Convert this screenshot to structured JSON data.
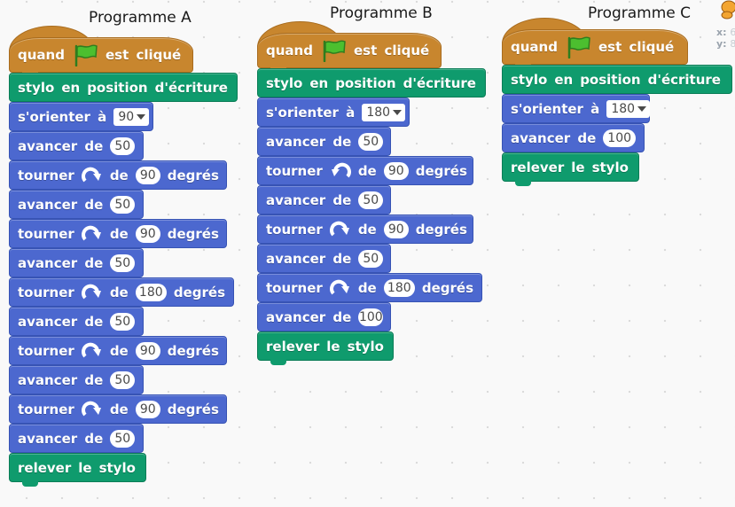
{
  "programs": [
    {
      "title": "Programme A",
      "hat": {
        "word1": "quand",
        "word2": "est cliqué",
        "icon": "green-flag-icon"
      },
      "blocks": [
        {
          "kind": "pen",
          "words": [
            "stylo",
            "en",
            "position",
            "d'écriture"
          ]
        },
        {
          "kind": "point",
          "label": "s'orienter à",
          "value": "90"
        },
        {
          "kind": "move",
          "label": "avancer de",
          "value": "50"
        },
        {
          "kind": "turn",
          "label": "tourner",
          "dir": "right",
          "de": "de",
          "value": "90",
          "unit": "degrés"
        },
        {
          "kind": "move",
          "label": "avancer de",
          "value": "50"
        },
        {
          "kind": "turn",
          "label": "tourner",
          "dir": "right",
          "de": "de",
          "value": "90",
          "unit": "degrés"
        },
        {
          "kind": "move",
          "label": "avancer de",
          "value": "50"
        },
        {
          "kind": "turn",
          "label": "tourner",
          "dir": "right",
          "de": "de",
          "value": "180",
          "unit": "degrés"
        },
        {
          "kind": "move",
          "label": "avancer de",
          "value": "50"
        },
        {
          "kind": "turn",
          "label": "tourner",
          "dir": "right",
          "de": "de",
          "value": "90",
          "unit": "degrés"
        },
        {
          "kind": "move",
          "label": "avancer de",
          "value": "50"
        },
        {
          "kind": "turn",
          "label": "tourner",
          "dir": "right",
          "de": "de",
          "value": "90",
          "unit": "degrés"
        },
        {
          "kind": "move",
          "label": "avancer de",
          "value": "50"
        },
        {
          "kind": "penup",
          "words": [
            "relever",
            "le",
            "stylo"
          ]
        }
      ]
    },
    {
      "title": "Programme B",
      "hat": {
        "word1": "quand",
        "word2": "est cliqué",
        "icon": "green-flag-icon"
      },
      "blocks": [
        {
          "kind": "pen",
          "words": [
            "stylo",
            "en",
            "position",
            "d'écriture"
          ]
        },
        {
          "kind": "point",
          "label": "s'orienter à",
          "value": "180"
        },
        {
          "kind": "move",
          "label": "avancer de",
          "value": "50"
        },
        {
          "kind": "turn",
          "label": "tourner",
          "dir": "left",
          "de": "de",
          "value": "90",
          "unit": "degrés"
        },
        {
          "kind": "move",
          "label": "avancer de",
          "value": "50"
        },
        {
          "kind": "turn",
          "label": "tourner",
          "dir": "right",
          "de": "de",
          "value": "90",
          "unit": "degrés"
        },
        {
          "kind": "move",
          "label": "avancer de",
          "value": "50"
        },
        {
          "kind": "turn",
          "label": "tourner",
          "dir": "right",
          "de": "de",
          "value": "180",
          "unit": "degrés"
        },
        {
          "kind": "move",
          "label": "avancer de",
          "value": "100"
        },
        {
          "kind": "penup",
          "words": [
            "relever",
            "le",
            "stylo"
          ]
        }
      ]
    },
    {
      "title": "Programme C",
      "hat": {
        "word1": "quand",
        "word2": "est cliqué",
        "icon": "green-flag-icon"
      },
      "blocks": [
        {
          "kind": "pen",
          "words": [
            "stylo",
            "en",
            "position",
            "d'écriture"
          ]
        },
        {
          "kind": "point",
          "label": "s'orienter à",
          "value": "180"
        },
        {
          "kind": "move",
          "label": "avancer de",
          "value": "100"
        },
        {
          "kind": "penup",
          "words": [
            "relever",
            "le",
            "stylo"
          ]
        }
      ]
    }
  ],
  "sprite_info": {
    "x_label": "x:",
    "x_value": "6",
    "y_label": "y:",
    "y_value": "8"
  },
  "colors": {
    "motion": "#4c68cf",
    "pen": "#0f9b6d",
    "event": "#c8862e",
    "flag": "#4cbf2f"
  }
}
